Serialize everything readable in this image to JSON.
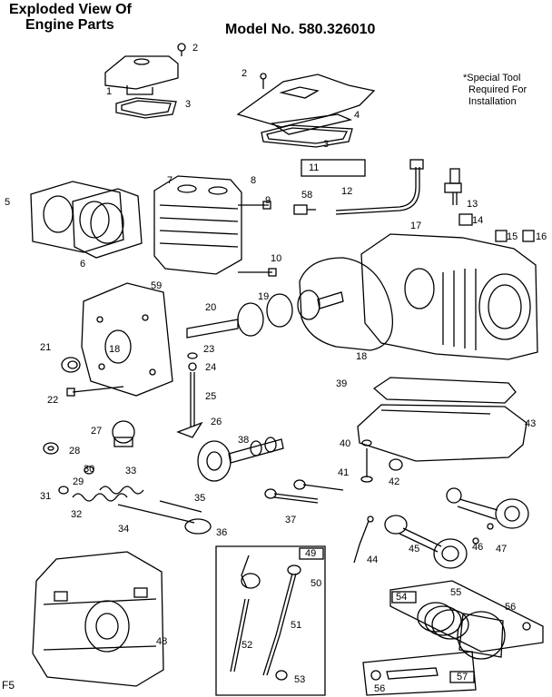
{
  "header": {
    "title_line1": "Exploded View Of",
    "title_line2": "Engine Parts",
    "model": "Model No. 580.326010"
  },
  "note": {
    "line1": "*Special Tool",
    "line2": "Required For",
    "line3": "Installation"
  },
  "figure_id": "F5",
  "callouts": [
    "1",
    "2",
    "3",
    "2",
    "4",
    "3",
    "5",
    "6",
    "7",
    "8",
    "9",
    "10",
    "11",
    "12",
    "13",
    "14",
    "15",
    "16",
    "17",
    "18",
    "19",
    "20",
    "21",
    "18",
    "22",
    "23",
    "24",
    "25",
    "26",
    "27",
    "28",
    "29",
    "30",
    "31",
    "32",
    "33",
    "34",
    "35",
    "36",
    "37",
    "38",
    "39",
    "40",
    "41",
    "42",
    "43",
    "44",
    "45",
    "46",
    "47",
    "48",
    "49",
    "50",
    "51",
    "52",
    "53",
    "54",
    "55",
    "56",
    "56",
    "57",
    "58",
    "59"
  ]
}
